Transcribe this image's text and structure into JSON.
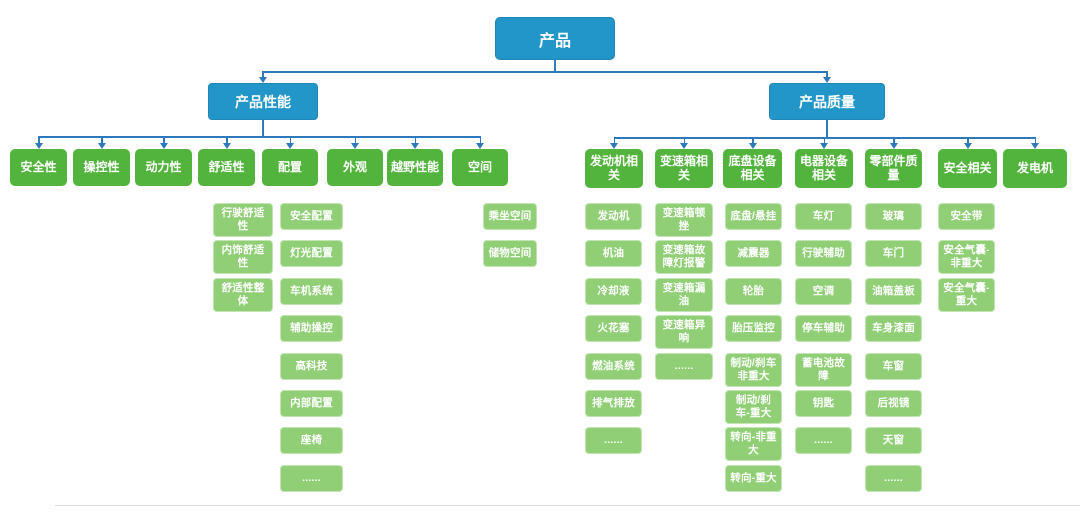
{
  "diagram": {
    "root": {
      "label": "产品"
    },
    "branches": [
      {
        "label": "产品性能",
        "columns": [
          {
            "label": "安全性",
            "children": []
          },
          {
            "label": "操控性",
            "children": []
          },
          {
            "label": "动力性",
            "children": []
          },
          {
            "label": "舒适性",
            "children": [
              "行驶舒适性",
              "内饰舒适性",
              "舒适性整体"
            ]
          },
          {
            "label": "配置",
            "children": [
              "安全配置",
              "灯光配置",
              "车机系统",
              "辅助操控",
              "高科技",
              "内部配置",
              "座椅",
              "......"
            ]
          },
          {
            "label": "外观",
            "children": []
          },
          {
            "label": "越野性能",
            "children": []
          },
          {
            "label": "空间",
            "children": [
              "乘坐空间",
              "储物空间"
            ]
          }
        ]
      },
      {
        "label": "产品质量",
        "columns": [
          {
            "label": "发动机相关",
            "children": [
              "发动机",
              "机油",
              "冷却液",
              "火花塞",
              "燃油系统",
              "排气排放",
              "......"
            ]
          },
          {
            "label": "变速箱相关",
            "children": [
              "变速箱顿挫",
              "变速箱故障灯报警",
              "变速箱漏油",
              "变速箱异响",
              "......"
            ]
          },
          {
            "label": "底盘设备相关",
            "children": [
              "底盘/悬挂",
              "减震器",
              "轮胎",
              "胎压监控",
              "制动/刹车非重大",
              "制动/刹车-重大",
              "转向-非重大",
              "转向-重大"
            ]
          },
          {
            "label": "电器设备相关",
            "children": [
              "车灯",
              "行驶辅助",
              "空调",
              "停车辅助",
              "蓄电池故障",
              "钥匙",
              "......"
            ]
          },
          {
            "label": "零部件质量",
            "children": [
              "玻璃",
              "车门",
              "油箱盖板",
              "车身漆面",
              "车窗",
              "后视镜",
              "天窗",
              "......"
            ]
          },
          {
            "label": "安全相关",
            "children": [
              "安全带",
              "安全气囊-非重大",
              "安全气囊-重大"
            ]
          },
          {
            "label": "发电机",
            "children": []
          }
        ]
      }
    ],
    "colors": {
      "level1_blue": "#2396C9",
      "level2_green": "#52B43C",
      "level3_light_green": "#90CF76",
      "connector_blue": "#2E79BE",
      "divider_gray": "#DCDCDC"
    }
  }
}
